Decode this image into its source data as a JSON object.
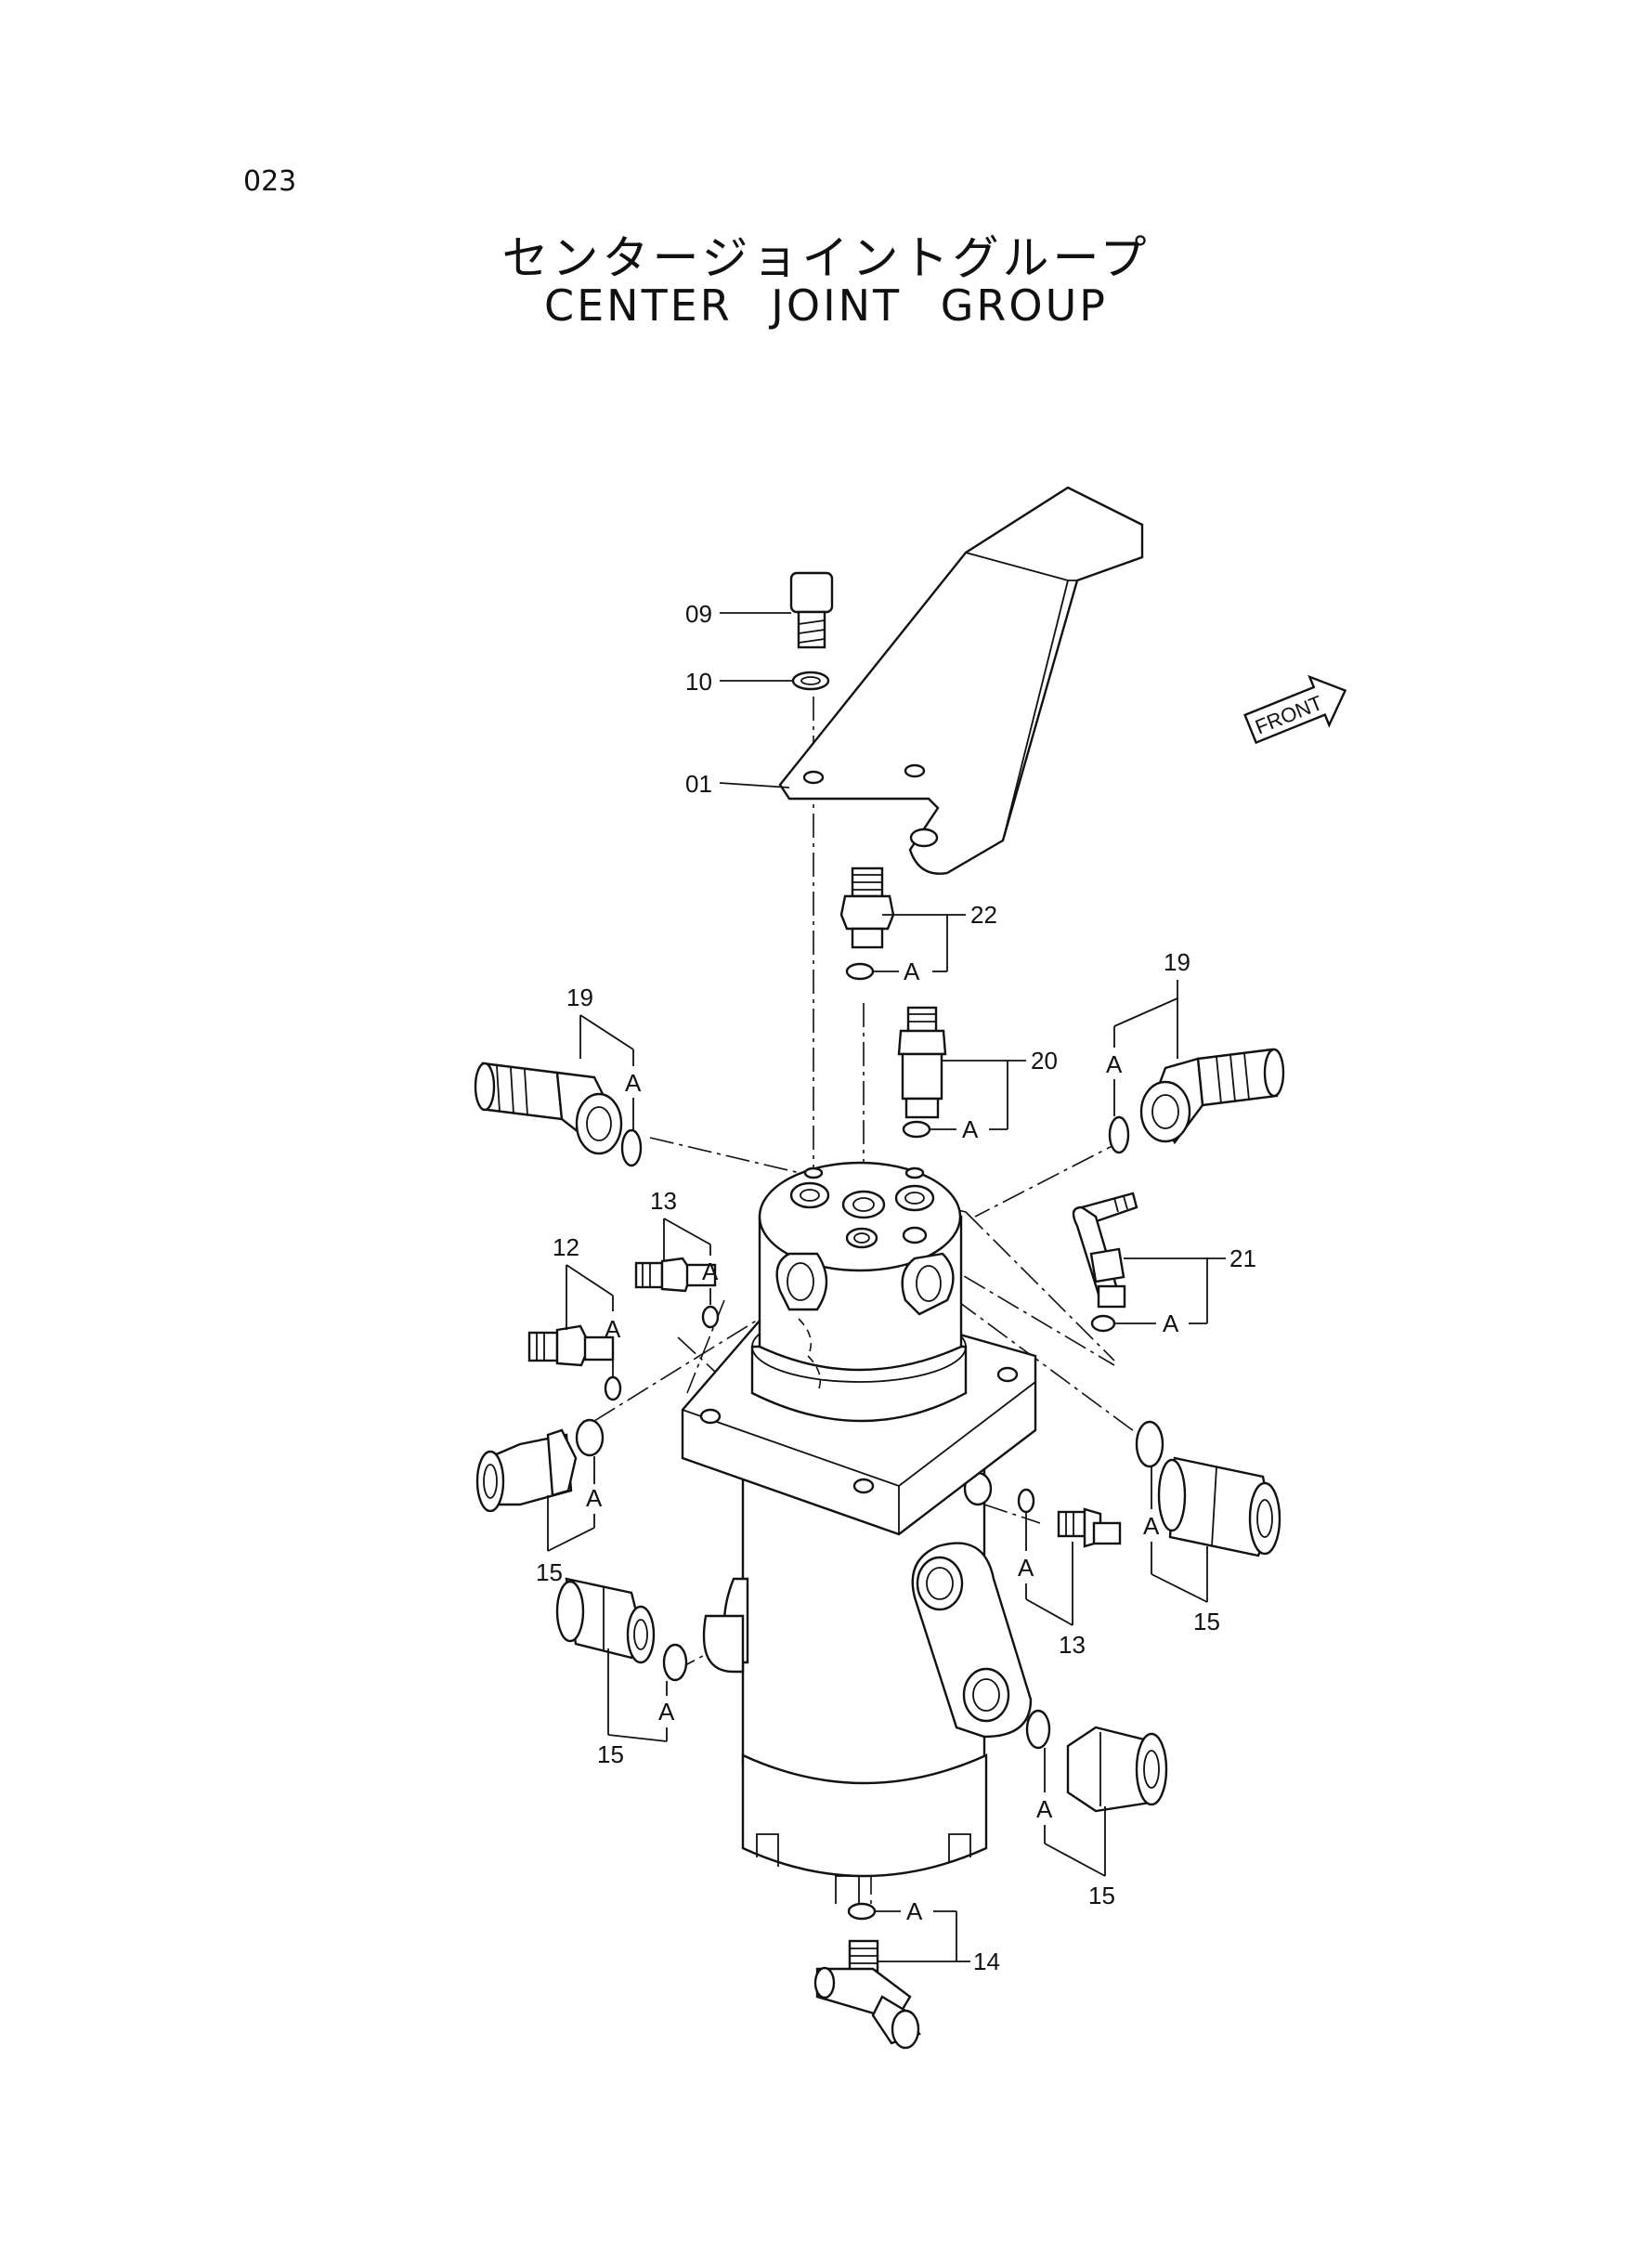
{
  "page": {
    "number": "023"
  },
  "title": {
    "jp": "センタージョイントグループ",
    "en": "CENTER JOINT GROUP"
  },
  "front_indicator": "FRONT",
  "callouts": [
    "09",
    "10",
    "01",
    "22",
    "19",
    "20",
    "19",
    "13",
    "21",
    "12",
    "15",
    "15",
    "13",
    "15",
    "15",
    "14"
  ],
  "seal_marker": "A"
}
